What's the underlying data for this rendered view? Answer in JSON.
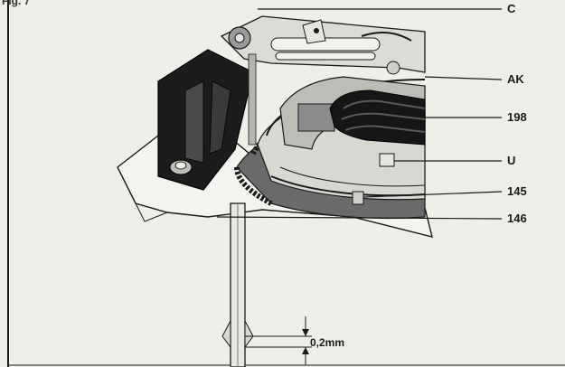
{
  "figure": {
    "caption": "Fig. 7",
    "labels": {
      "c": "C",
      "ak": "AK",
      "l198": "198",
      "u": "U",
      "l145": "145",
      "l146": "146"
    },
    "dimension": "0,2mm"
  },
  "colors": {
    "ink": "#1a1a1a",
    "paper": "#efeee9",
    "shade": "#6e6e6e",
    "dark": "#161616"
  }
}
